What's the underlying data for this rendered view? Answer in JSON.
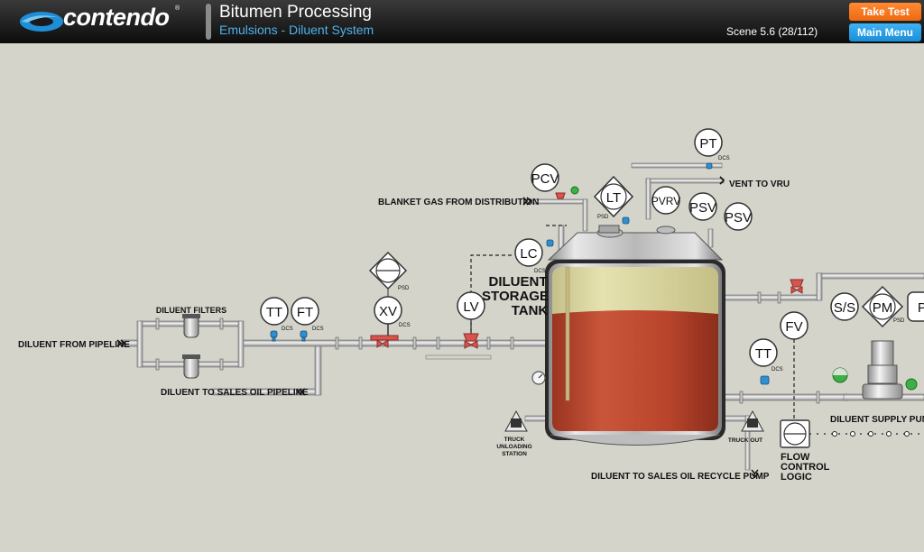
{
  "header": {
    "logo_text": "contendo",
    "logo_reg": "®",
    "title": "Bitumen Processing",
    "subtitle": "Emulsions - Diluent System",
    "scene": "Scene 5.6 (28/112)",
    "take_test_label": "Take Test",
    "main_menu_label": "Main Menu"
  },
  "diagram": {
    "line_labels": {
      "diluent_from_pipeline": "DILUENT FROM PIPELINE",
      "diluent_filters": "DILUENT FILTERS",
      "diluent_to_sales_oil_pipeline": "DILUENT TO SALES OIL PIPELINE",
      "blanket_gas": "BLANKET GAS FROM DISTRIBUTION",
      "vent_to_vru": "VENT TO VRU",
      "diluent_supply_pump": "DILUENT SUPPLY PUMP",
      "recycle_pump": "DILUENT TO SALES OIL RECYCLE PUMP"
    },
    "tank": {
      "line1": "DILUENT",
      "line2": "STORAGE",
      "line3": "TANK"
    },
    "truck_unloading": {
      "line1": "TRUCK",
      "line2": "UNLOADING",
      "line3": "STATION"
    },
    "truck_out": "TRUCK OUT",
    "flow_control": {
      "line1": "FLOW",
      "line2": "CONTROL",
      "line3": "LOGIC"
    },
    "instruments": {
      "tt1": "TT",
      "ft": "FT",
      "xv": "XV",
      "lv": "LV",
      "lc": "LC",
      "pcv": "PCV",
      "lt": "LT",
      "pt": "PT",
      "pvrv": "PVRV",
      "psv1": "PSV",
      "psv2": "PSV",
      "tt2": "TT",
      "fv": "FV",
      "ss": "S/S",
      "pm": "PM",
      "pi": "PI"
    },
    "tags": {
      "dcs": "DCS",
      "psd": "PSD"
    }
  },
  "colors": {
    "header_bg": "#1a1a1a",
    "subtitle": "#4fb1e8",
    "take_test": "#f47920",
    "main_menu": "#2aa0e6",
    "background": "#d4d4cb",
    "tank_liquid": "#b5432a",
    "tank_vapor": "#d8d49a",
    "valve_red": "#d9534f",
    "indicator_green": "#3cb043"
  }
}
